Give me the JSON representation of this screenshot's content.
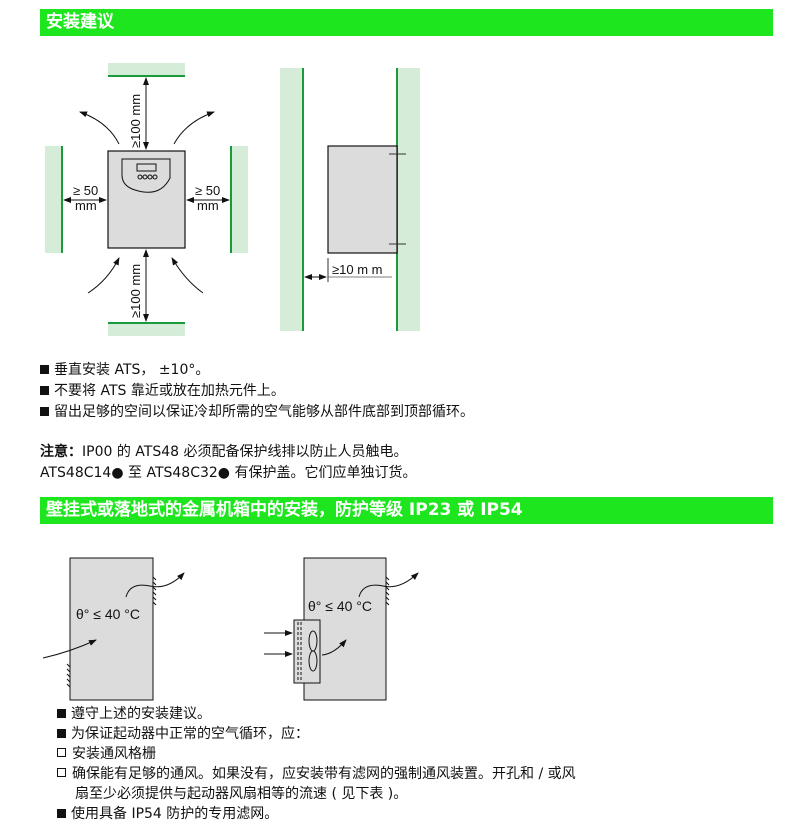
{
  "section1": {
    "title": "安装建议",
    "diagram": {
      "top_clearance": "≥100 mm",
      "bottom_clearance": "≥100 mm",
      "left_clearance": [
        "≥ 50",
        "mm"
      ],
      "right_clearance": [
        "≥ 50",
        "mm"
      ],
      "wall_clearance": "≥10 m m"
    },
    "bullets": [
      "垂直安装 ATS， ±10°。",
      "不要将 ATS 靠近或放在加热元件上。",
      "留出足够的空间以保证冷却所需的空气能够从部件底部到顶部循环。"
    ],
    "note_label": "注意：",
    "note_lines": [
      "IP00 的 ATS48 必须配备保护线排以防止人员触电。",
      "ATS48C14● 至 ATS48C32● 有保护盖。它们应单独订货。"
    ]
  },
  "section2": {
    "title": "壁挂式或落地式的金属机箱中的安装，防护等级 IP23 或 IP54",
    "temp_label_1": "θ° ≤ 40 °C",
    "temp_label_2": "θ° ≤ 40 °C",
    "items": [
      {
        "type": "filled",
        "text": "遵守上述的安装建议。"
      },
      {
        "type": "filled",
        "text": "为保证起动器中正常的空气循环，应："
      },
      {
        "type": "open",
        "text": "安装通风格栅"
      },
      {
        "type": "open",
        "text": "确保能有足够的通风。如果没有，应安装带有滤网的强制通风装置。开孔和 / 或风"
      },
      {
        "type": "cont",
        "text": "扇至少必须提供与起动器风扇相等的流速 ( 见下表 )。"
      },
      {
        "type": "filled",
        "text": "使用具备 IP54 防护的专用滤网。"
      }
    ]
  },
  "colors": {
    "header": "#1ee61e",
    "wall": "#d5ecd9",
    "wall_line": "#1a9a3a",
    "device": "#dcdcdc"
  }
}
